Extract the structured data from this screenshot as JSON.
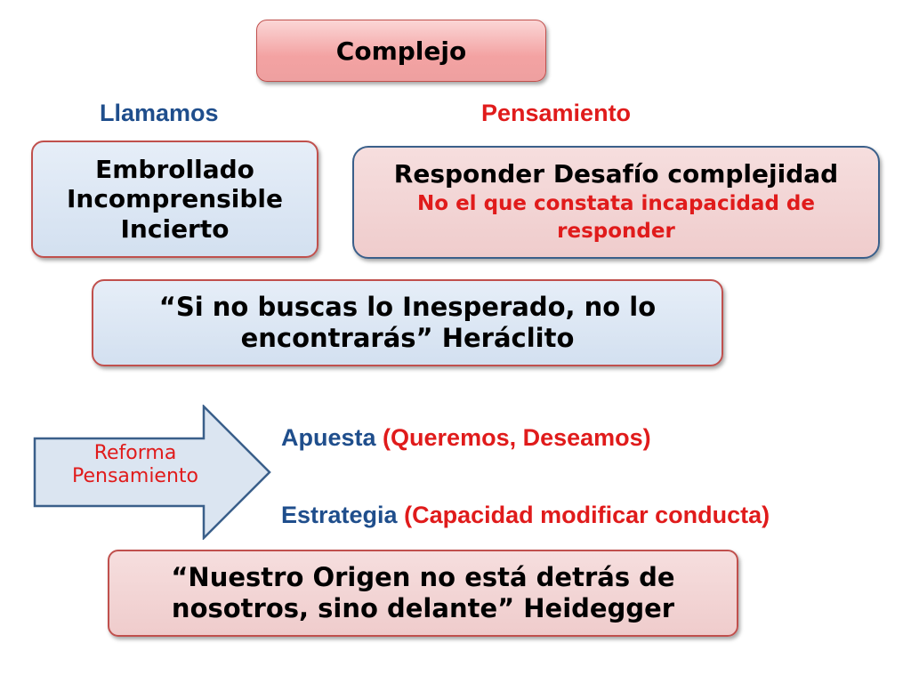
{
  "title": "Complejo",
  "headings": {
    "left": "Llamamos",
    "right": "Pensamiento"
  },
  "left_box": {
    "lines": [
      "Embrollado",
      "Incomprensible",
      "Incierto"
    ]
  },
  "right_box": {
    "line1": "Responder Desafío complejidad",
    "line2": "No el que constata incapacidad de",
    "line3": "responder"
  },
  "quote1": {
    "line1": "“Si no buscas lo Inesperado, no lo",
    "line2": "encontrarás” Heráclito"
  },
  "arrow": {
    "line1": "Reforma",
    "line2": "Pensamiento"
  },
  "statements": {
    "apuesta_label": "Apuesta",
    "apuesta_detail": "(Queremos, Deseamos)",
    "estrategia_label": "Estrategia",
    "estrategia_detail": "(Capacidad modificar conducta)"
  },
  "quote2": {
    "line1": "“Nuestro Origen no está detrás de",
    "line2": "nosotros, sino delante” Heidegger"
  },
  "colors": {
    "blue": "#1f4e8c",
    "red": "#e01b1b",
    "box_border": "#c0504d",
    "arrow_fill": "#dbe5f1",
    "arrow_stroke": "#3a5f8a"
  }
}
